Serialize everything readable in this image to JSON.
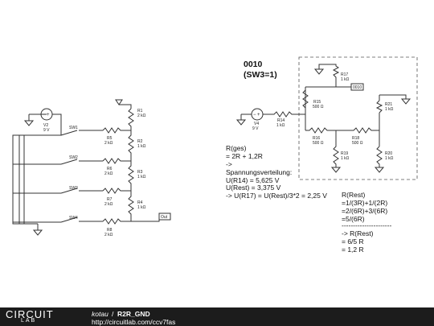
{
  "left_circuit": {
    "source_name": "V2",
    "source_value": "9 V",
    "switches": [
      "SW1",
      "SW2",
      "SW3",
      "SW4"
    ],
    "resistors": [
      {
        "name": "R1",
        "value": "2 kΩ"
      },
      {
        "name": "R2",
        "value": "1 kΩ"
      },
      {
        "name": "R3",
        "value": "1 kΩ"
      },
      {
        "name": "R4",
        "value": "1 kΩ"
      },
      {
        "name": "R5",
        "value": "2 kΩ"
      },
      {
        "name": "R6",
        "value": "2 kΩ"
      },
      {
        "name": "R7",
        "value": "2 kΩ"
      },
      {
        "name": "R8",
        "value": "2 kΩ"
      }
    ],
    "out_label": "Out"
  },
  "right_circuit": {
    "heading_code": "0010",
    "heading_switch": "(SW3=1)",
    "source_name": "V4",
    "source_value": "9 V",
    "node_label": "0010",
    "resistors": [
      {
        "name": "R14",
        "value": "1 kΩ"
      },
      {
        "name": "R15",
        "value": "500 Ω"
      },
      {
        "name": "R16",
        "value": "500 Ω"
      },
      {
        "name": "R17",
        "value": "1 kΩ"
      },
      {
        "name": "R18",
        "value": "500 Ω"
      },
      {
        "name": "R19",
        "value": "1 kΩ"
      },
      {
        "name": "R20",
        "value": "1 kΩ"
      },
      {
        "name": "R21",
        "value": "1 kΩ"
      }
    ]
  },
  "notes_left": [
    "R(ges)",
    "= 2R + 1,2R",
    "->",
    "Spannungsverteilung:",
    "U(R14) = 5,625 V",
    "U(Rest) = 3,375 V",
    "-> U(R17) = U(Rest)/3*2 = 2,25 V"
  ],
  "notes_right": [
    "R(Rest)",
    "=1/(3R)+1/(2R)",
    "=2/(6R)+3/(6R)",
    "=5/(6R)",
    "----------------------",
    "-> R(Rest)",
    "= 6/5 R",
    "= 1,2 R"
  ],
  "footer": {
    "logo_main": "CIRCUIT",
    "logo_sub": "LAB",
    "author": "kotau",
    "separator": "/",
    "circuit_name": "R2R_GND",
    "url": "http://circuitlab.com/ccv7fas"
  }
}
